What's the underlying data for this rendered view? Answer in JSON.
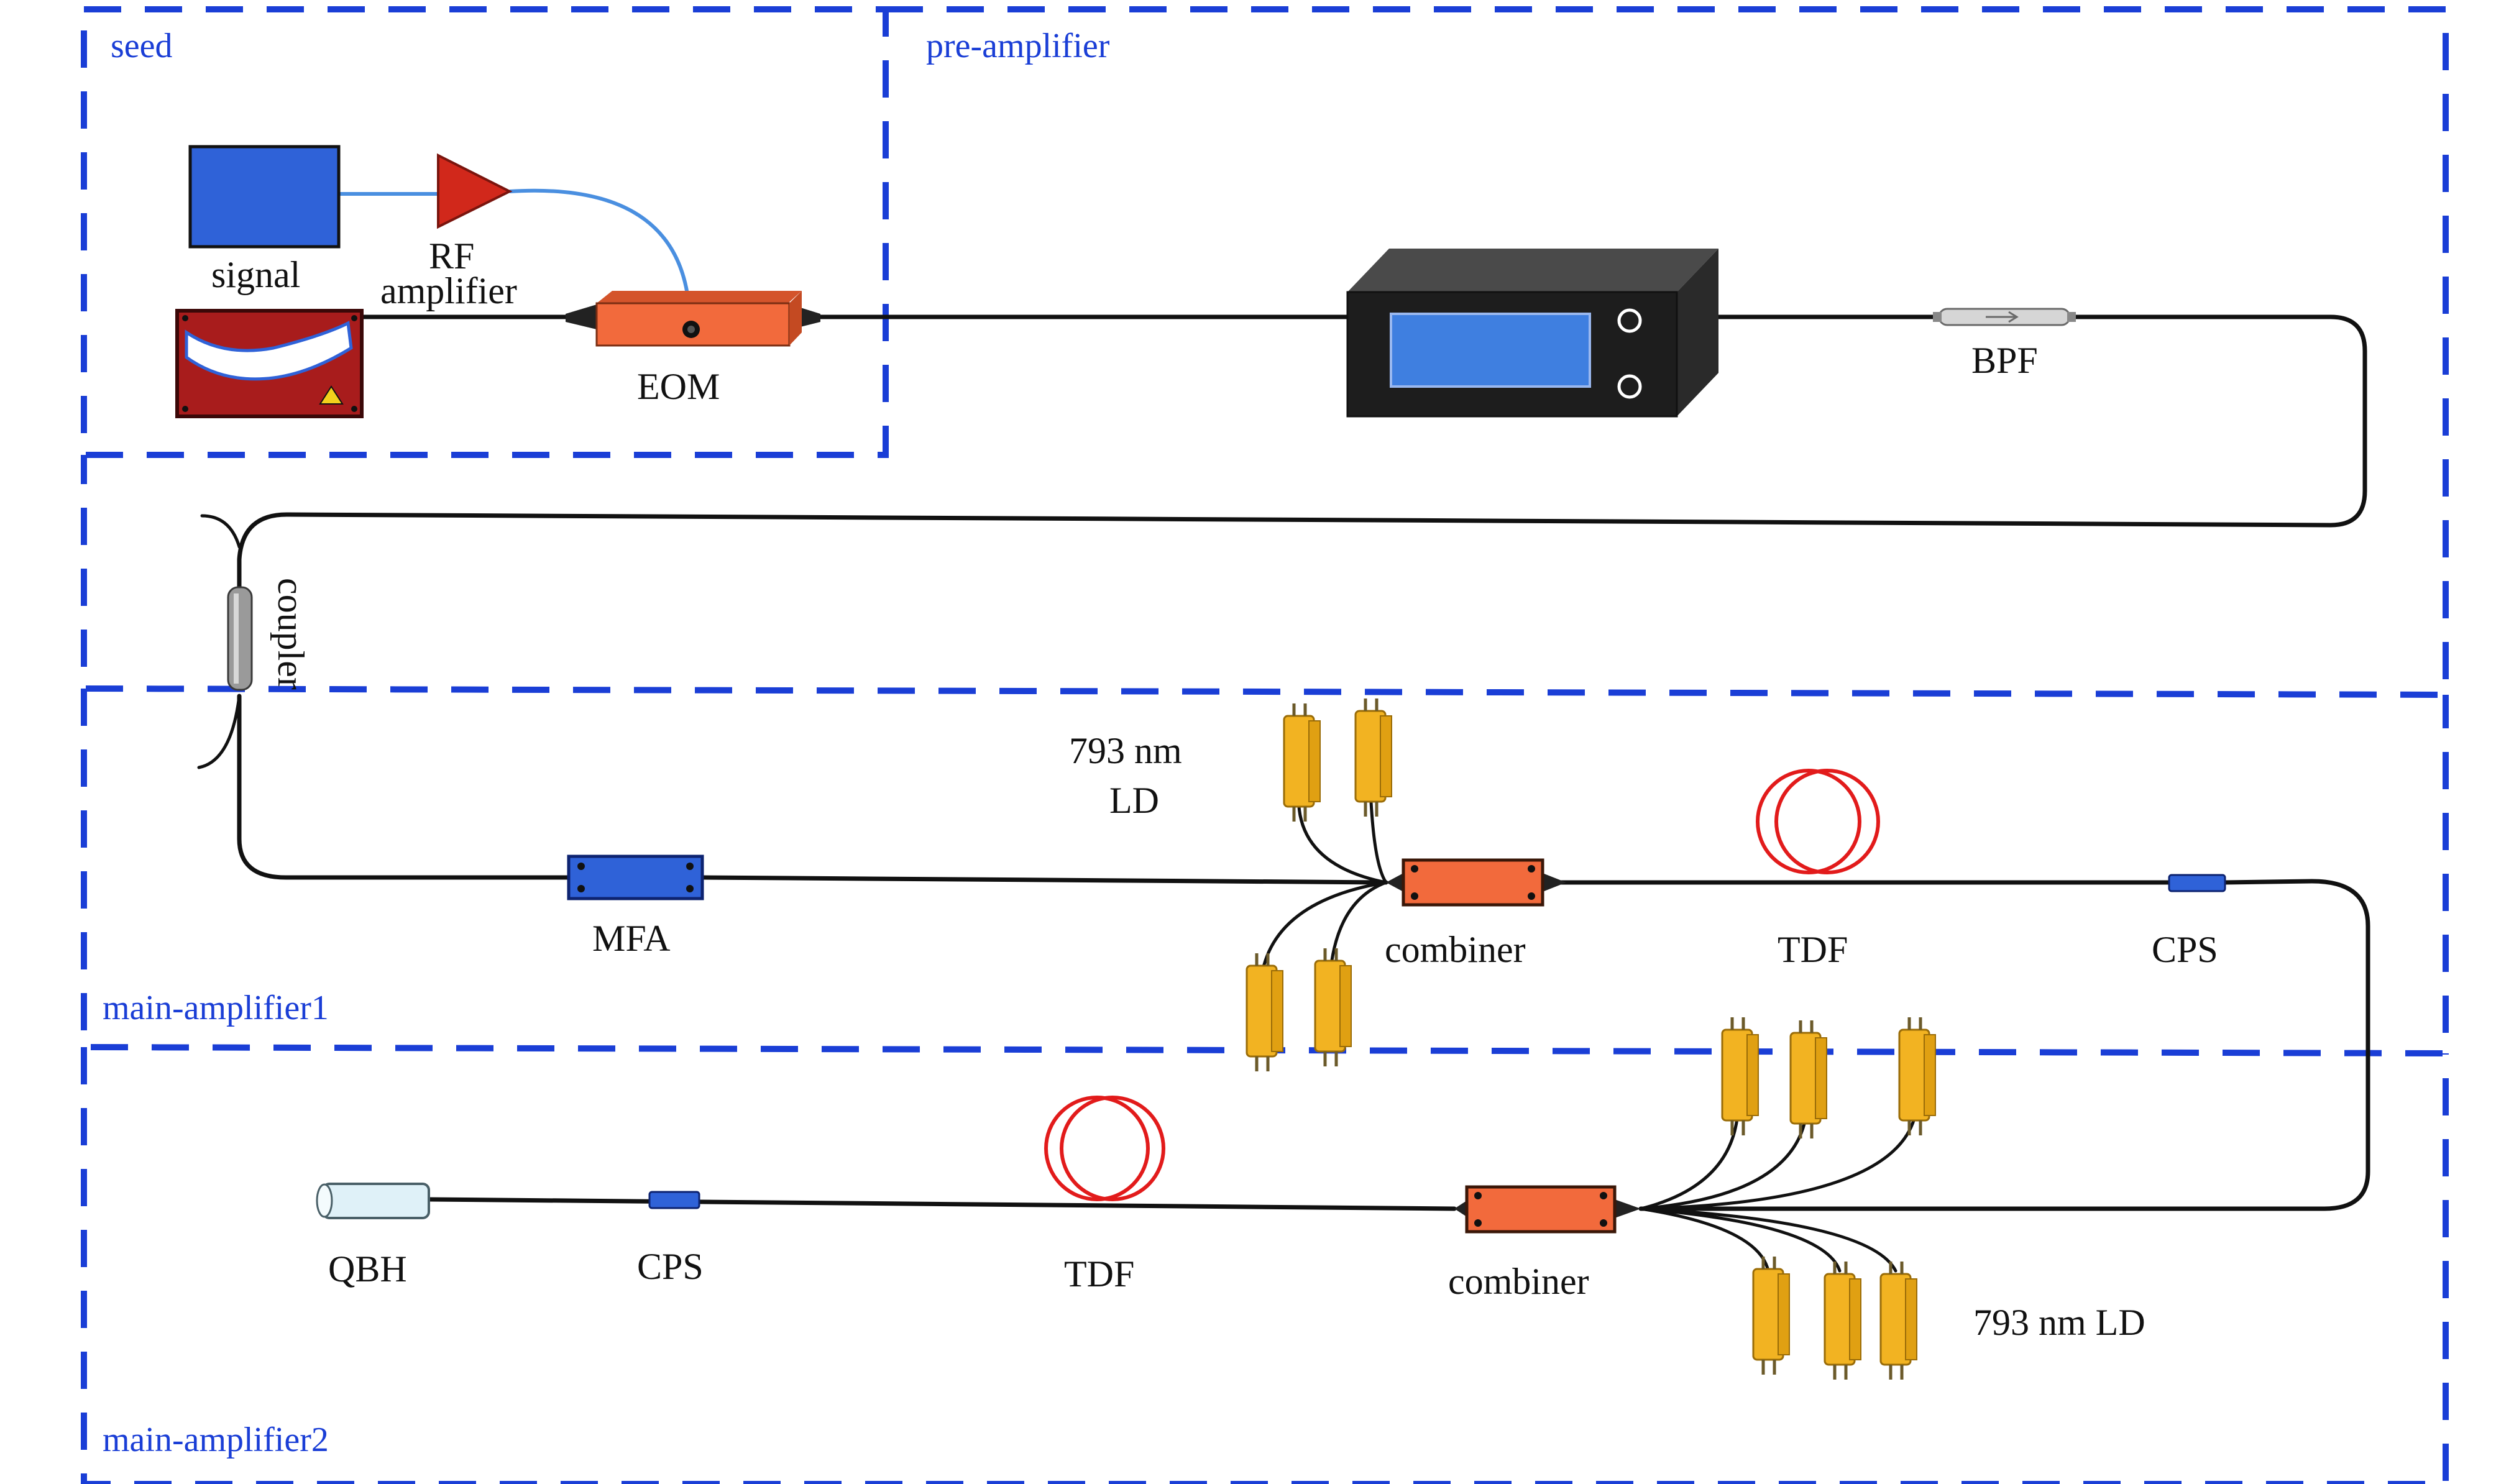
{
  "colors": {
    "section_border": "#1a3ed6",
    "section_label": "#1a3ed6",
    "fiber": "#111111",
    "orange_device": "#f26a3c",
    "blue_device": "#2f62d8",
    "laser_diode": "#f2b322",
    "tdf_coil": "#e21b1b",
    "rf_fiber": "#4a8fe0",
    "rf_amplifier": "#d1281b",
    "seed_laser": "#a81c1c"
  },
  "sections": {
    "seed": "seed",
    "pre_amplifier": "pre-amplifier",
    "main_amplifier1": "main-amplifier1",
    "main_amplifier2": "main-amplifier2"
  },
  "components": {
    "signal": "signal",
    "rf_amplifier_line1": "RF",
    "rf_amplifier_line2": "amplifier",
    "eom": "EOM",
    "bpf": "BPF",
    "coupler": "coupler",
    "mfa": "MFA",
    "combiner_1": "combiner",
    "tdf_1": "TDF",
    "cps_1": "CPS",
    "ld_1_line1": "793 nm",
    "ld_1_line2": "LD",
    "qbh": "QBH",
    "cps_2": "CPS",
    "tdf_2": "TDF",
    "combiner_2": "combiner",
    "ld_2": "793 nm LD"
  }
}
